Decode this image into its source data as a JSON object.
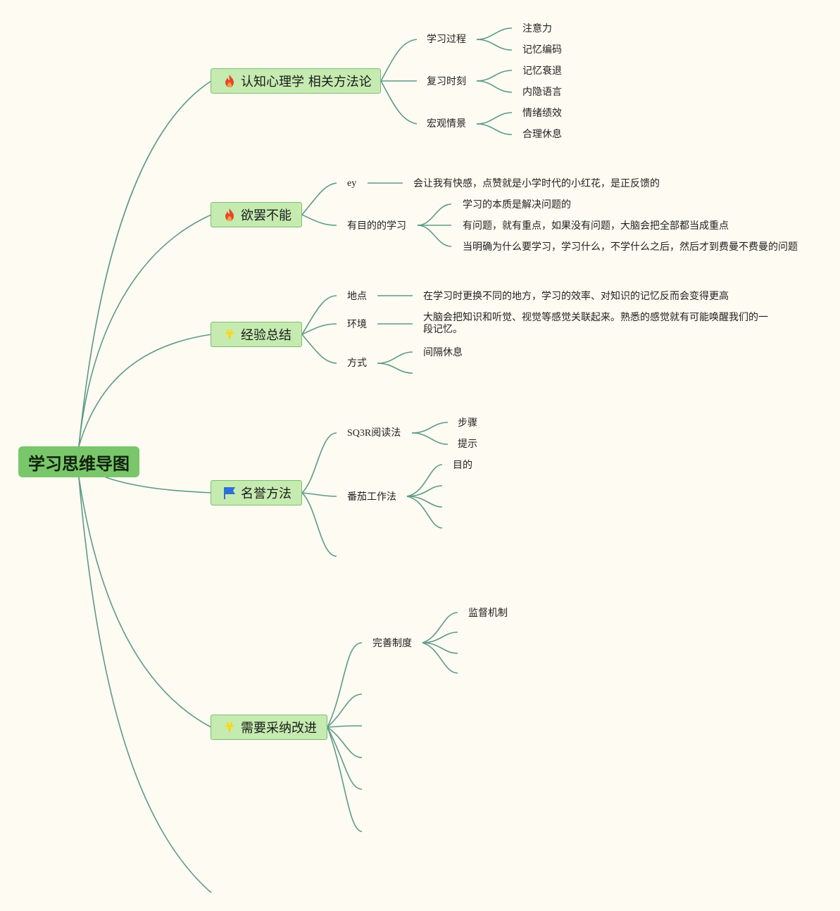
{
  "root": {
    "label": "学习思维导图"
  },
  "branches": [
    {
      "label": "认知心理学 相关方法论",
      "icon": "fire-icon",
      "children": [
        {
          "label": "学习过程",
          "children": [
            "注意力",
            "记忆编码"
          ]
        },
        {
          "label": "复习时刻",
          "children": [
            "记忆衰退",
            "内隐语言"
          ]
        },
        {
          "label": "宏观情景",
          "children": [
            "情绪绩效",
            "合理休息"
          ]
        }
      ]
    },
    {
      "label": "欲罢不能",
      "icon": "fire-icon",
      "children": [
        {
          "label": "ey",
          "children": [
            "会让我有快感，点赞就是小学时代的小红花，是正反馈的"
          ]
        },
        {
          "label": "有目的的学习",
          "children": [
            "学习的本质是解决问题的",
            "有问题，就有重点，如果没有问题，大脑会把全部都当成重点",
            "当明确为什么要学习，学习什么，不学什么之后，然后才到费曼不费曼的问题"
          ]
        }
      ]
    },
    {
      "label": "经验总结",
      "icon": "lightbulb-icon",
      "children": [
        {
          "label": "地点",
          "children": [
            "在学习时更换不同的地方，学习的效率、对知识的记忆反而会变得更高"
          ]
        },
        {
          "label": "环境",
          "children": [
            "大脑会把知识和听觉、视觉等感觉关联起来。熟悉的感觉就有可能唤醒我们的一段记忆。"
          ]
        },
        {
          "label": "方式",
          "children": [
            "间隔休息"
          ]
        }
      ]
    },
    {
      "label": "名誉方法",
      "icon": "flag-icon",
      "children": [
        {
          "label": "SQ3R阅读法",
          "children": [
            "步骤",
            "提示"
          ]
        },
        {
          "label": "番茄工作法",
          "children": [
            "目的"
          ]
        }
      ]
    },
    {
      "label": "需要采纳改进",
      "icon": "lightbulb-icon",
      "children": [
        {
          "label": "完善制度",
          "children": [
            "监督机制"
          ]
        }
      ]
    }
  ],
  "colors": {
    "background": "#fdfbf2",
    "root_fill": "#79c76a",
    "branch_fill": "#c5ebb0",
    "branch_border": "#7cbf73",
    "connector": "#5e9a8a",
    "fire": "#e8452c",
    "lightbulb": "#f5e14a",
    "flag": "#2f6fd6"
  }
}
